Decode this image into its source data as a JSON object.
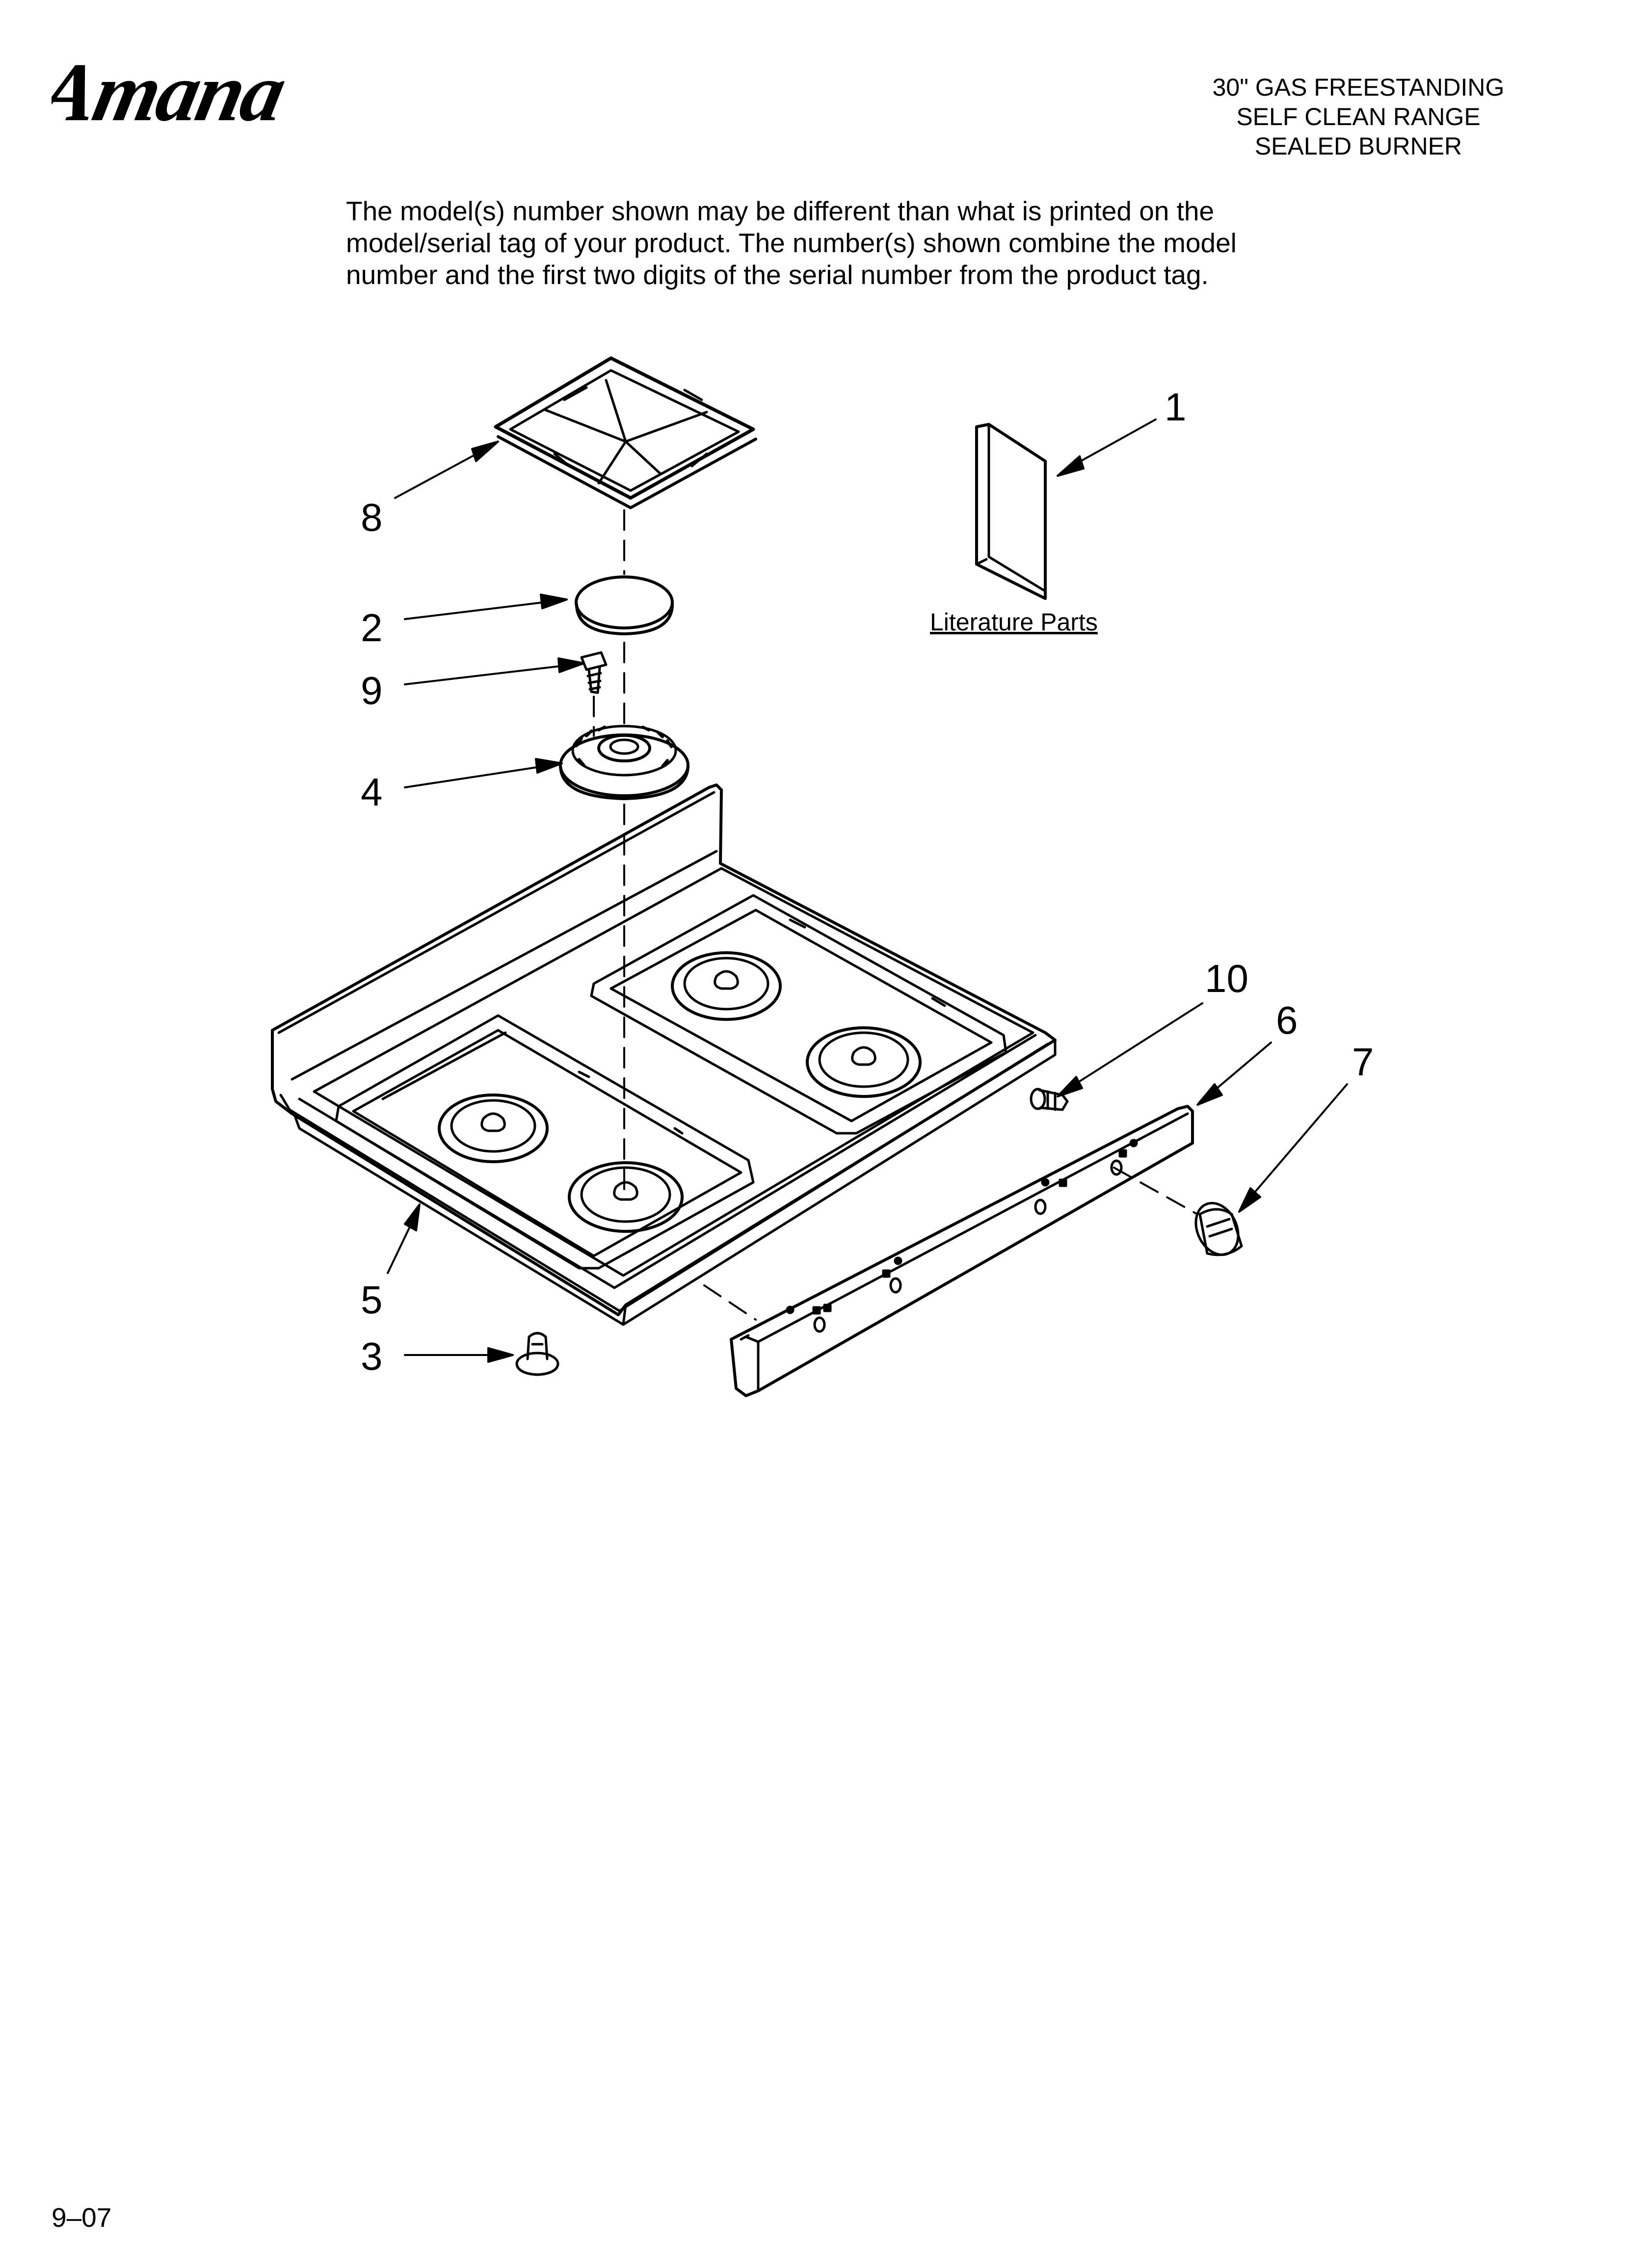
{
  "brand": {
    "name": "Amana"
  },
  "header": {
    "lines": [
      "30\" GAS FREESTANDING",
      "SELF CLEAN RANGE",
      "SEALED BURNER"
    ]
  },
  "note": {
    "lines": [
      "The model(s) number shown may be different than what is printed on the",
      "model/serial tag of your product. The number(s) shown combine the model",
      "number and the first two digits of the serial number from the product tag."
    ]
  },
  "callouts": {
    "c1": "1",
    "c2": "2",
    "c3": "3",
    "c4": "4",
    "c5": "5",
    "c6": "6",
    "c7": "7",
    "c8": "8",
    "c9": "9",
    "c10": "10"
  },
  "literature_label": "Literature Parts",
  "footer": {
    "date": "9–07"
  }
}
